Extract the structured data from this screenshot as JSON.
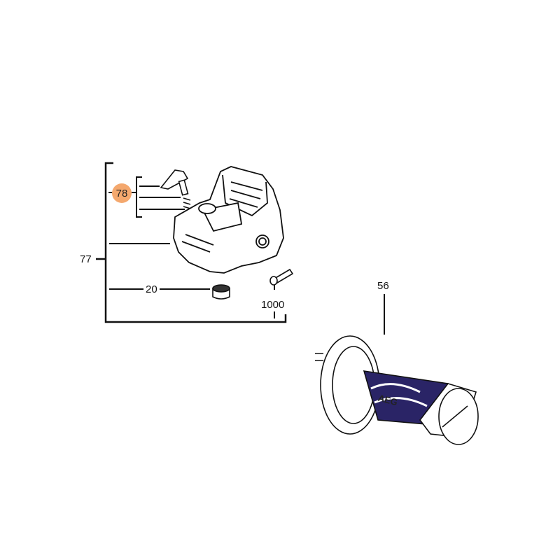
{
  "diagram": {
    "callouts": [
      {
        "number": "78",
        "highlighted": true
      },
      {
        "number": "77"
      },
      {
        "number": "20"
      },
      {
        "number": "1000"
      },
      {
        "number": "56"
      }
    ],
    "brand_on_handle": "AEG",
    "colors": {
      "highlight": "#f4a86e",
      "line": "#111111",
      "grip": "#2a2466"
    }
  }
}
